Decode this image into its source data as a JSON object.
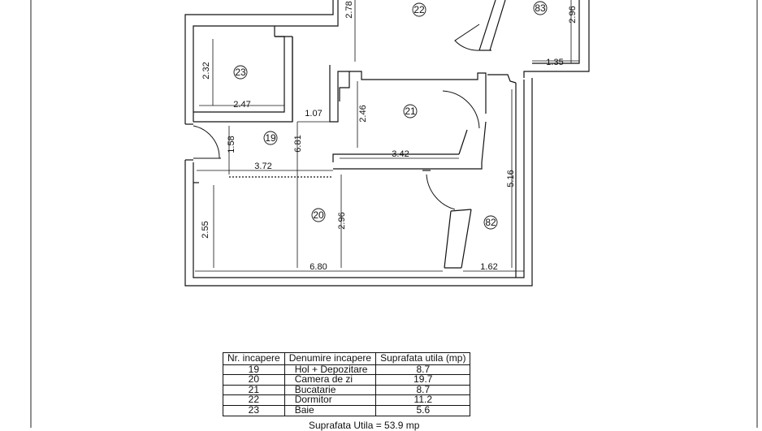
{
  "plan": {
    "dimensions": [
      "2.78",
      "2.96",
      "1.35",
      "2.32",
      "2.47",
      "1.07",
      "2.46",
      "3.42",
      "1.58",
      "6.81",
      "3.72",
      "5.16",
      "2.96",
      "2.55",
      "6.80",
      "1.62"
    ],
    "rooms": [
      "22",
      "83",
      "23",
      "21",
      "19",
      "20",
      "82"
    ]
  },
  "legend": {
    "headers": [
      "Nr. incapere",
      "Denumire incapere",
      "Suprafata utila (mp)"
    ],
    "rows": [
      {
        "nr": "19",
        "name": "Hol + Depozitare",
        "area": "8.7"
      },
      {
        "nr": "20",
        "name": "Camera de zi",
        "area": "19.7"
      },
      {
        "nr": "21",
        "name": "Bucatarie",
        "area": "8.7"
      },
      {
        "nr": "22",
        "name": "Dormitor",
        "area": "11.2"
      },
      {
        "nr": "23",
        "name": "Baie",
        "area": "5.6"
      }
    ],
    "total": "Suprafata Utila = 53.9 mp"
  }
}
